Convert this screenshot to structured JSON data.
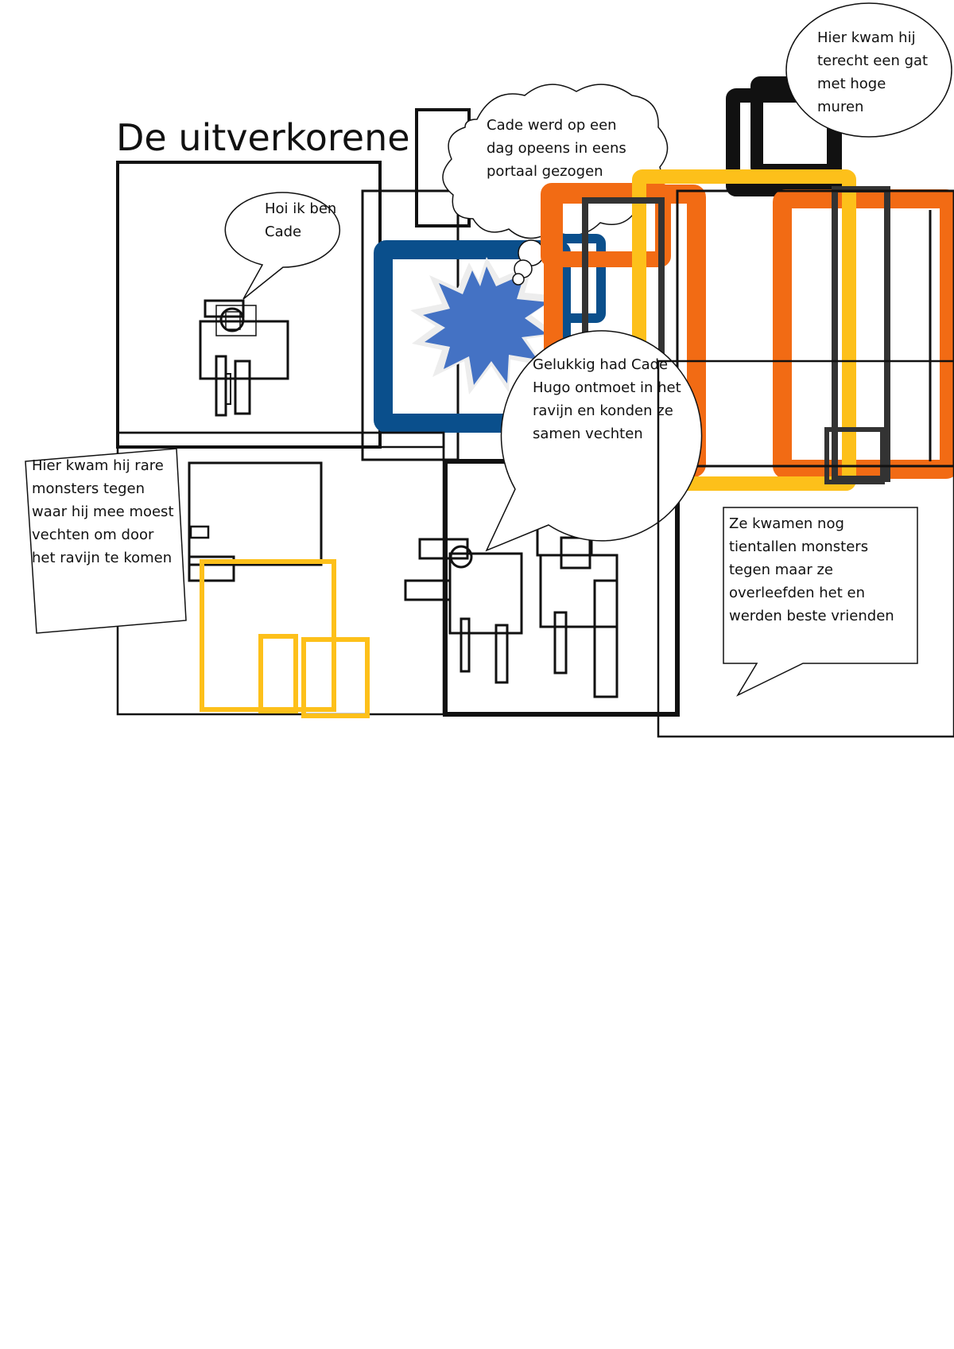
{
  "story": {
    "title": "De uitverkorene"
  },
  "captions": {
    "hoi": "Hoi ik ben Cade",
    "cade_portaal": "Cade werd op een dag opeens in eens portaal gezogen",
    "gat": "Hier kwam hij terecht een gat met hoge muren",
    "gelukkig": "Gelukkig had Cade Hugo ontmoet in het ravijn en konden ze samen vechten",
    "monsters": "Hier kwam hij rare monsters tegen waar hij mee moest vechten om door het ravijn te komen",
    "tientallen": "Ze kwamen nog tientallen monsters tegen maar ze overleefden het en werden beste vrienden"
  },
  "colors": {
    "orange": "#f26b14",
    "yellow": "#fdc01a",
    "blue_frame": "#0a4f8c",
    "burst": "#4472c4",
    "dark": "#333333",
    "ink": "#111111"
  }
}
